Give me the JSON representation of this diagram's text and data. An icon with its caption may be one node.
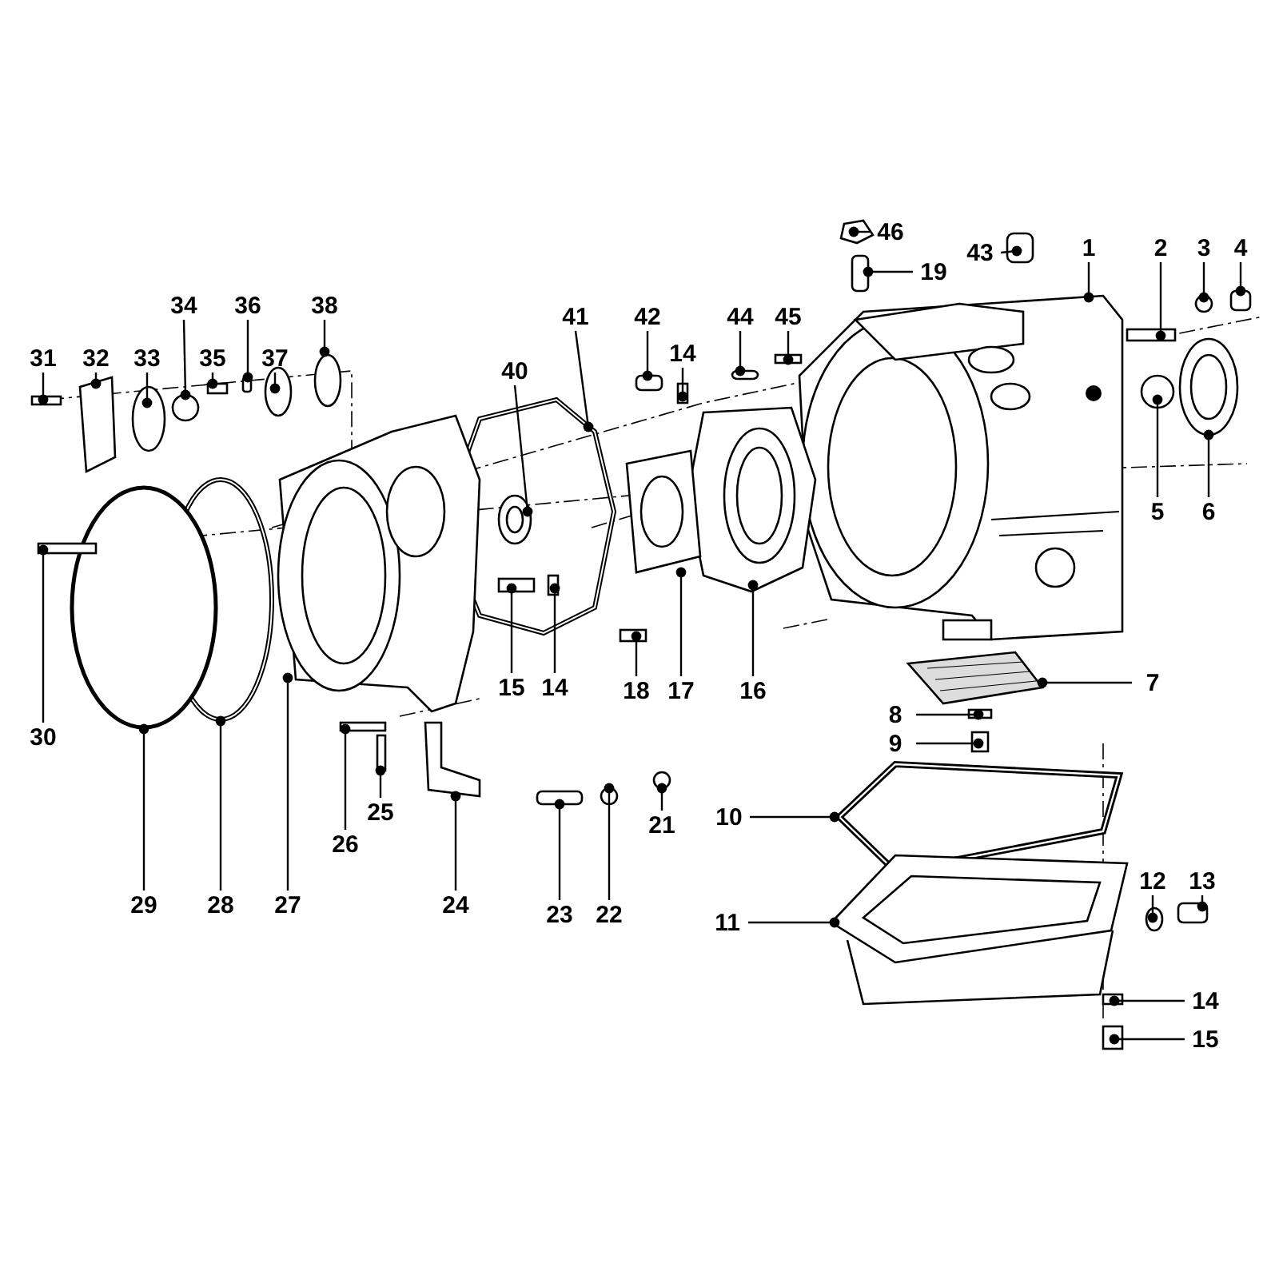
{
  "diagram": {
    "nodes": [
      {
        "text": [
          "46"
        ]
      },
      {
        "text": [
          "43"
        ]
      },
      {
        "text": [
          "1"
        ]
      },
      {
        "text": [
          "2"
        ]
      },
      {
        "text": [
          "3"
        ]
      },
      {
        "text": [
          "4"
        ]
      },
      {
        "text": [
          "19"
        ]
      },
      {
        "text": [
          "34"
        ]
      },
      {
        "text": [
          "36"
        ]
      },
      {
        "text": [
          "38"
        ]
      },
      {
        "text": [
          "41"
        ]
      },
      {
        "text": [
          "42"
        ]
      },
      {
        "text": [
          "44"
        ]
      },
      {
        "text": [
          "45"
        ]
      },
      {
        "text": [
          "31"
        ]
      },
      {
        "text": [
          "32"
        ]
      },
      {
        "text": [
          "33"
        ]
      },
      {
        "text": [
          "35"
        ]
      },
      {
        "text": [
          "37"
        ]
      },
      {
        "text": [
          "14"
        ]
      },
      {
        "text": [
          "40"
        ]
      },
      {
        "text": [
          "5"
        ]
      },
      {
        "text": [
          "6"
        ]
      },
      {
        "text": [
          "7"
        ]
      },
      {
        "text": [
          "15"
        ]
      },
      {
        "text": [
          "14"
        ]
      },
      {
        "text": [
          "18"
        ]
      },
      {
        "text": [
          "17"
        ]
      },
      {
        "text": [
          "16"
        ]
      },
      {
        "text": [
          "8"
        ]
      },
      {
        "text": [
          "9"
        ]
      },
      {
        "text": [
          "30"
        ]
      },
      {
        "text": [
          "25"
        ]
      },
      {
        "text": [
          "10"
        ]
      },
      {
        "text": [
          "21"
        ]
      },
      {
        "text": [
          "26"
        ]
      },
      {
        "text": [
          "12"
        ]
      },
      {
        "text": [
          "13"
        ]
      },
      {
        "text": [
          "29"
        ]
      },
      {
        "text": [
          "28"
        ]
      },
      {
        "text": [
          "27"
        ]
      },
      {
        "text": [
          "24"
        ]
      },
      {
        "text": [
          "23"
        ]
      },
      {
        "text": [
          "22"
        ]
      },
      {
        "text": [
          "11"
        ]
      },
      {
        "text": [
          "14"
        ]
      },
      {
        "text": [
          "15"
        ]
      },
      {
        "text": [],
        "shape": "box"
      },
      {
        "text": [],
        "shape": "box"
      },
      {
        "text": [],
        "shape": "circle"
      },
      {
        "text": [],
        "shape": "box"
      },
      {
        "text": [],
        "shape": "box"
      },
      {
        "text": [],
        "shape": "box"
      },
      {
        "text": [],
        "shape": "circle"
      },
      {
        "text": [],
        "shape": "box"
      }
    ],
    "edges": [
      {
        "from": 0,
        "to": null,
        "arrow": "other"
      },
      {
        "from": 1,
        "to": null,
        "arrow": "other"
      },
      {
        "from": 2,
        "to": null,
        "arrow": "other"
      },
      {
        "from": 3,
        "to": null,
        "arrow": "other"
      },
      {
        "from": 4,
        "to": null,
        "arrow": "other"
      },
      {
        "from": 5,
        "to": 47,
        "arrow": "other"
      },
      {
        "from": 6,
        "to": 48,
        "arrow": "other"
      },
      {
        "from": 7,
        "to": 49,
        "arrow": "other"
      },
      {
        "from": 8,
        "to": 50,
        "arrow": "other"
      },
      {
        "from": 9,
        "to": null,
        "arrow": "other"
      },
      {
        "from": 10,
        "to": null,
        "arrow": "other"
      },
      {
        "from": 11,
        "to": 51,
        "arrow": "other"
      },
      {
        "from": 12,
        "to": 52,
        "arrow": "other"
      },
      {
        "from": 13,
        "to": null,
        "arrow": "other"
      },
      {
        "from": 14,
        "to": null,
        "arrow": "other"
      },
      {
        "from": 15,
        "to": null,
        "arrow": "other"
      },
      {
        "from": 16,
        "to": null,
        "arrow": "other"
      },
      {
        "from": 17,
        "to": null,
        "arrow": "other"
      },
      {
        "from": 18,
        "to": null,
        "arrow": "other"
      },
      {
        "from": 19,
        "to": null,
        "arrow": "other"
      },
      {
        "from": 20,
        "to": null,
        "arrow": "other"
      },
      {
        "from": 21,
        "to": null,
        "arrow": "other"
      },
      {
        "from": 22,
        "to": null,
        "arrow": "other"
      },
      {
        "from": 23,
        "to": null,
        "arrow": "other"
      },
      {
        "from": 24,
        "to": null,
        "arrow": "other"
      },
      {
        "from": 25,
        "to": null,
        "arrow": "other"
      },
      {
        "from": 26,
        "to": null,
        "arrow": "other"
      },
      {
        "from": 27,
        "to": null,
        "arrow": "other"
      },
      {
        "from": 28,
        "to": null,
        "arrow": "other"
      },
      {
        "from": 29,
        "to": null,
        "arrow": "other"
      },
      {
        "from": 30,
        "to": null,
        "arrow": "other"
      },
      {
        "from": 31,
        "to": null,
        "arrow": "other"
      },
      {
        "from": 32,
        "to": null,
        "arrow": "other"
      },
      {
        "from": 33,
        "to": null,
        "arrow": "other"
      },
      {
        "from": 34,
        "to": null,
        "arrow": "other"
      },
      {
        "from": 35,
        "to": null,
        "arrow": "other"
      },
      {
        "from": 36,
        "to": null,
        "arrow": "other"
      },
      {
        "from": 37,
        "to": null,
        "arrow": "other"
      },
      {
        "from": 38,
        "to": null,
        "arrow": "other"
      },
      {
        "from": 39,
        "to": null,
        "arrow": "other"
      },
      {
        "from": 40,
        "to": null,
        "arrow": "other"
      },
      {
        "from": 41,
        "to": null,
        "arrow": "other"
      },
      {
        "from": 42,
        "to": 54,
        "arrow": "other"
      },
      {
        "from": 43,
        "to": 53,
        "arrow": "other"
      },
      {
        "from": 44,
        "to": null,
        "arrow": "other"
      },
      {
        "from": 45,
        "to": null,
        "arrow": "other"
      },
      {
        "from": 46,
        "to": null,
        "arrow": "other"
      }
    ]
  }
}
